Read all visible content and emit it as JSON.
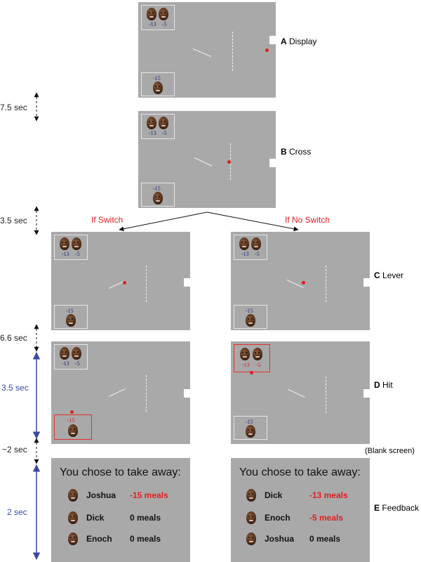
{
  "steps": {
    "a": {
      "letter": "A",
      "name": "Display"
    },
    "b": {
      "letter": "B",
      "name": "Cross"
    },
    "c": {
      "letter": "C",
      "name": "Lever"
    },
    "d": {
      "letter": "D",
      "name": "Hit"
    },
    "e": {
      "letter": "E",
      "name": "Feedback"
    }
  },
  "blank_screen": "(Blank screen)",
  "branches": {
    "switch": "If Switch",
    "no_switch": "If No Switch"
  },
  "timings": {
    "t1": "7.5 sec",
    "t2": "3.5 sec",
    "t3": "6.6 sec",
    "t4": "3.5 sec",
    "t5": "~2 sec",
    "t6": "2 sec"
  },
  "scores": {
    "pair_left": "-13",
    "pair_right": "-5",
    "single": "-15"
  },
  "feedback": {
    "title": "You chose to take away:",
    "left": [
      {
        "name": "Joshua",
        "value": "-15 meals",
        "highlight": true
      },
      {
        "name": "Dick",
        "value": "0 meals",
        "highlight": false
      },
      {
        "name": "Enoch",
        "value": "0 meals",
        "highlight": false
      }
    ],
    "right": [
      {
        "name": "Dick",
        "value": "-13 meals",
        "highlight": true
      },
      {
        "name": "Enoch",
        "value": "-5 meals",
        "highlight": true
      },
      {
        "name": "Joshua",
        "value": "0 meals",
        "highlight": false
      }
    ]
  },
  "colors": {
    "screen": "#a9a9a9",
    "highlight": "#e02020",
    "timing_blue": "#3a4aa0"
  }
}
